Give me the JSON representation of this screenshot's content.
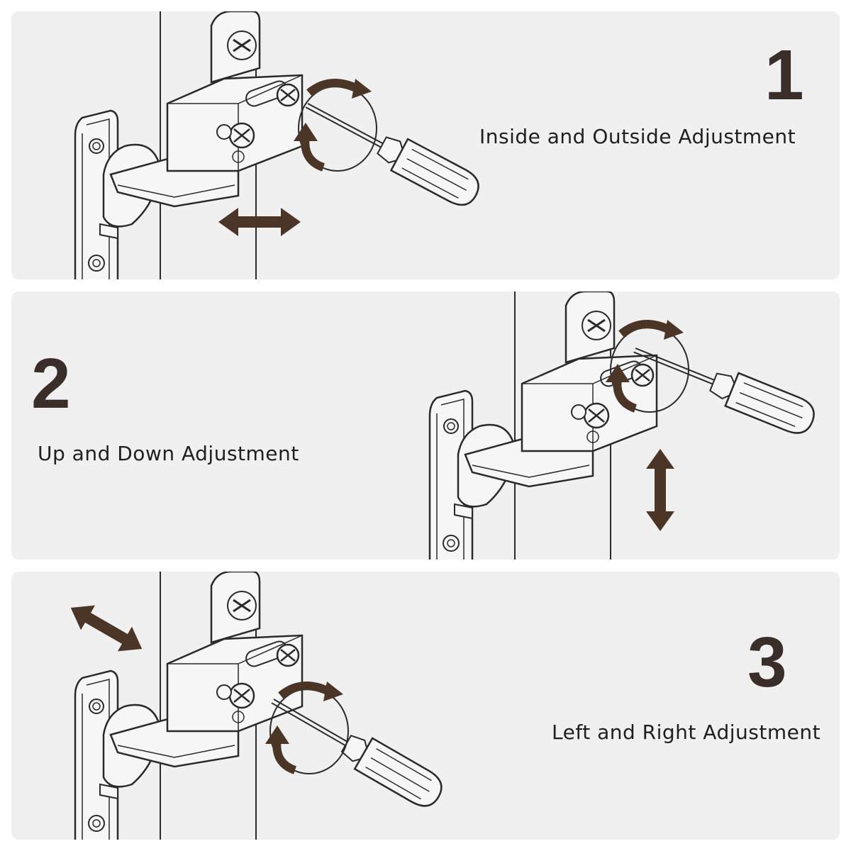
{
  "steps": [
    {
      "number": "1",
      "caption": "Inside and Outside Adjustment",
      "arrow_direction": "horizontal"
    },
    {
      "number": "2",
      "caption": "Up and Down Adjustment",
      "arrow_direction": "vertical"
    },
    {
      "number": "3",
      "caption": "Left and Right Adjustment",
      "arrow_direction": "diagonal"
    }
  ],
  "colors": {
    "panel_bg": "#f0f0f0",
    "line_art": "#2a2a2a",
    "arrow": "#4a3526",
    "number": "#3a2e2b"
  },
  "icons": [
    "hinge-icon",
    "screwdriver-icon",
    "rotation-arrow-icon",
    "double-arrow-icon"
  ]
}
